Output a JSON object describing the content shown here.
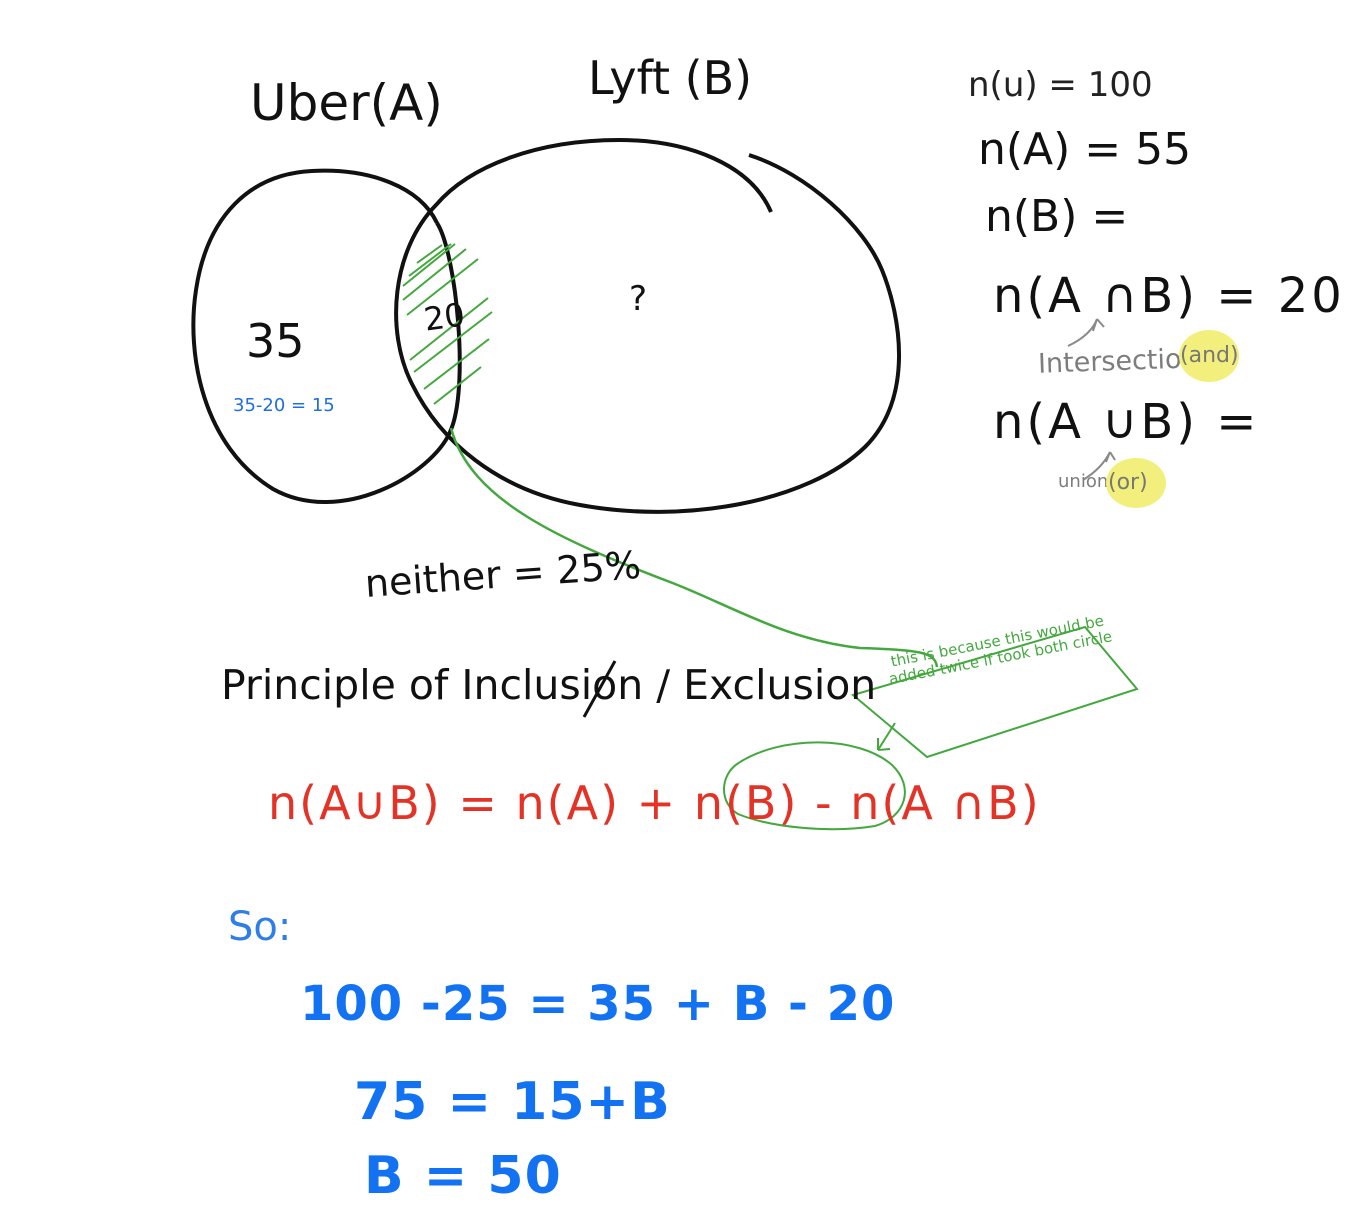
{
  "titles": {
    "set_a": "Uber(A)",
    "set_b": "Lyft (B)"
  },
  "givens": {
    "universe": "n(u) = 100",
    "set_a": "n(A) = 55",
    "set_b": "n(B) =",
    "intersection": "n(A ∩B) = 20",
    "union": "n(A ∪B) ="
  },
  "annotations": {
    "intersection_label": "Intersection",
    "intersection_note": "(and)",
    "union_label": "union",
    "union_note": "(or)",
    "calc_a_only": "35-20 = 15",
    "neither": "neither = 25%",
    "principle": "Principle of Inclusion / Exclusion",
    "note_box": "this is because this would be added twice if took both circle"
  },
  "venn": {
    "a_only": "35",
    "intersection": "20",
    "b_only": "?"
  },
  "formula": {
    "main": "n(A∪B) = n(A) + n(B) - n(A ∩B)"
  },
  "solution": {
    "label": "So:",
    "line1": "100 -25 = 35 + B - 20",
    "line2": "75 = 15+B",
    "line3": "B = 50"
  },
  "colors": {
    "ink": "#111111",
    "red": "#e33326",
    "blue": "#1272f2",
    "green": "#44a83f",
    "highlight": "#f2ef7c",
    "gray": "#7d7d7d"
  }
}
